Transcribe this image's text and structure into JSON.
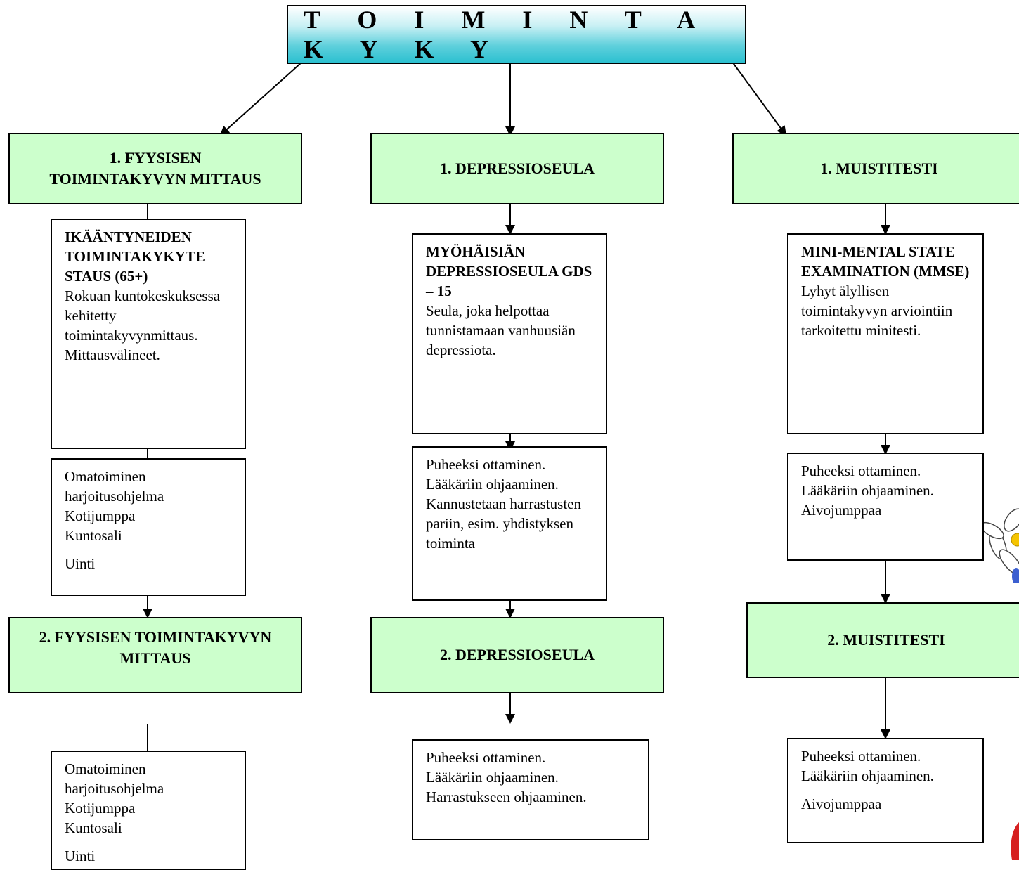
{
  "title": "T O I M I N T A K Y K Y",
  "col1": {
    "header1": "1. FYYSISEN\nTOIMINTAKYVYN MITTAUS",
    "box1_heading": "IKÄÄNTYNEIDEN TOIMINTAKYKYTE STAUS (65+)",
    "box1_text": "Rokuan kuntokeskuksessa kehitetty toimintakyvynmittaus. Mittausvälineet.",
    "box2_lines": [
      "Omatoiminen",
      "harjoitusohjelma",
      "Kotijumppa",
      "Kuntosali"
    ],
    "box2_last": "Uinti",
    "header2": "2. FYYSISEN TOIMINTAKYVYN MITTAUS",
    "box3_lines": [
      "Omatoiminen",
      "harjoitusohjelma",
      "Kotijumppa",
      "Kuntosali"
    ],
    "box3_last": "Uinti"
  },
  "col2": {
    "header1": "1. DEPRESSIOSEULA",
    "box1_heading": "MYÖHÄISIÄN DEPRESSIOSEULA GDS – 15",
    "box1_text": "Seula, joka helpottaa tunnistamaan vanhuusiän depressiota.",
    "box2_text": "Puheeksi ottaminen. Lääkäriin ohjaaminen. Kannustetaan harrastusten pariin, esim. yhdistyksen toiminta",
    "header2": "2. DEPRESSIOSEULA",
    "box3_lines": [
      "Puheeksi ottaminen.",
      "Lääkäriin ohjaaminen.",
      "Harrastukseen ohjaaminen."
    ]
  },
  "col3": {
    "header1": "1. MUISTITESTI",
    "box1_heading": "MINI-MENTAL STATE EXAMINATION (MMSE)",
    "box1_text": "Lyhyt älyllisen toimintakyvyn arviointiin tarkoitettu minitesti.",
    "box2_lines": [
      "Puheeksi ottaminen.",
      "Lääkäriin ohjaaminen.",
      "Aivojumppaa"
    ],
    "header2": "2. MUISTITESTI",
    "box3_lines": [
      "Puheeksi ottaminen.",
      "Lääkäriin ohjaaminen."
    ],
    "box3_last": "Aivojumppaa"
  }
}
